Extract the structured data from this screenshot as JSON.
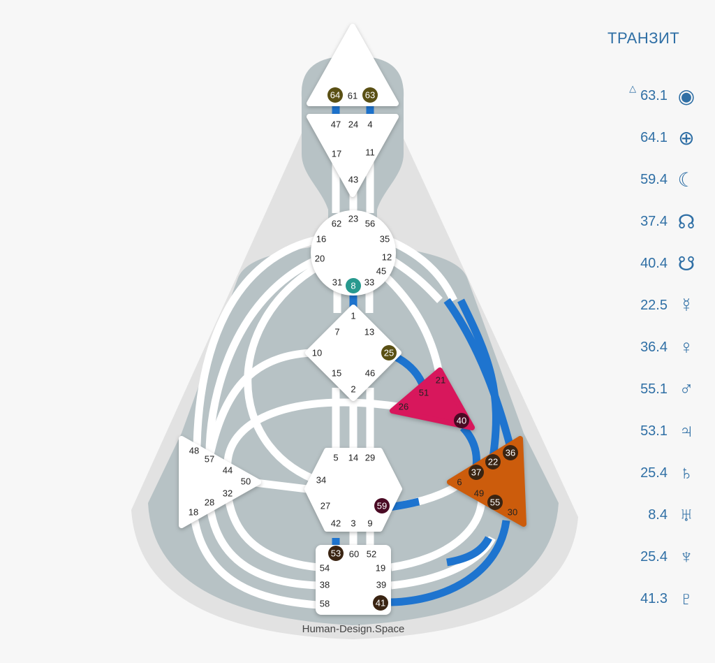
{
  "panel": {
    "title": "ТРАНЗИТ",
    "marker": "△",
    "rows": [
      {
        "value": "63.1",
        "planet": "sun",
        "icon": "sun-icon",
        "symbol": "◉",
        "marked": true
      },
      {
        "value": "64.1",
        "planet": "earth",
        "icon": "earth-icon",
        "symbol": "⊕"
      },
      {
        "value": "59.4",
        "planet": "moon",
        "icon": "moon-icon",
        "symbol": "☾"
      },
      {
        "value": "37.4",
        "planet": "north-node",
        "icon": "north-node-icon",
        "symbol": "☊"
      },
      {
        "value": "40.4",
        "planet": "south-node",
        "icon": "south-node-icon",
        "symbol": "☋"
      },
      {
        "value": "22.5",
        "planet": "mercury",
        "icon": "mercury-icon",
        "symbol": "☿"
      },
      {
        "value": "36.4",
        "planet": "venus",
        "icon": "venus-icon",
        "symbol": "♀"
      },
      {
        "value": "55.1",
        "planet": "mars",
        "icon": "mars-icon",
        "symbol": "♂"
      },
      {
        "value": "53.1",
        "planet": "jupiter",
        "icon": "jupiter-icon",
        "symbol": "♃"
      },
      {
        "value": "25.4",
        "planet": "saturn",
        "icon": "saturn-icon",
        "symbol": "♄"
      },
      {
        "value": "8.4",
        "planet": "uranus",
        "icon": "uranus-icon",
        "symbol": "♅"
      },
      {
        "value": "25.4",
        "planet": "neptune",
        "icon": "neptune-icon",
        "symbol": "♆"
      },
      {
        "value": "41.3",
        "planet": "pluto",
        "icon": "pluto-icon",
        "symbol": "♇"
      }
    ]
  },
  "colors": {
    "accent": "#2f6fa5",
    "channel_active": "#1e74cf",
    "heart": "#d8175c",
    "solar_plexus": "#cc5c0c",
    "body": "#b7c2c5",
    "aura": "#e2e2e2"
  },
  "centers": {
    "head": {
      "gates": [
        "64",
        "61",
        "63"
      ],
      "active": {
        "64": "#5a5014",
        "63": "#5a5014"
      }
    },
    "ajna": {
      "gates": [
        "47",
        "24",
        "4",
        "17",
        "11",
        "43"
      ],
      "active": {}
    },
    "throat": {
      "gates": [
        "62",
        "23",
        "56",
        "16",
        "35",
        "20",
        "12",
        "45",
        "31",
        "8",
        "33"
      ],
      "active": {
        "8": "#27998e"
      }
    },
    "g": {
      "gates": [
        "1",
        "7",
        "13",
        "10",
        "25",
        "15",
        "46",
        "2"
      ],
      "active": {
        "25": "#5a5014"
      }
    },
    "heart": {
      "gates": [
        "21",
        "51",
        "26",
        "40"
      ],
      "active": {
        "40": "#4a0a24"
      }
    },
    "spleen": {
      "gates": [
        "48",
        "57",
        "44",
        "50",
        "32",
        "28",
        "18"
      ],
      "active": {}
    },
    "sacral": {
      "gates": [
        "5",
        "14",
        "29",
        "34",
        "27",
        "59",
        "42",
        "3",
        "9"
      ],
      "active": {
        "59": "#4a0a24"
      }
    },
    "solar_plexus": {
      "gates": [
        "36",
        "22",
        "37",
        "6",
        "49",
        "55",
        "30"
      ],
      "active": {
        "36": "#3a2412",
        "22": "#3a2412",
        "37": "#3a2412",
        "55": "#3a2412"
      }
    },
    "root": {
      "gates": [
        "53",
        "60",
        "52",
        "54",
        "19",
        "38",
        "39",
        "58",
        "41"
      ],
      "active": {
        "53": "#3a2412",
        "41": "#3a2412"
      }
    }
  },
  "footer": "Human-Design.Space"
}
